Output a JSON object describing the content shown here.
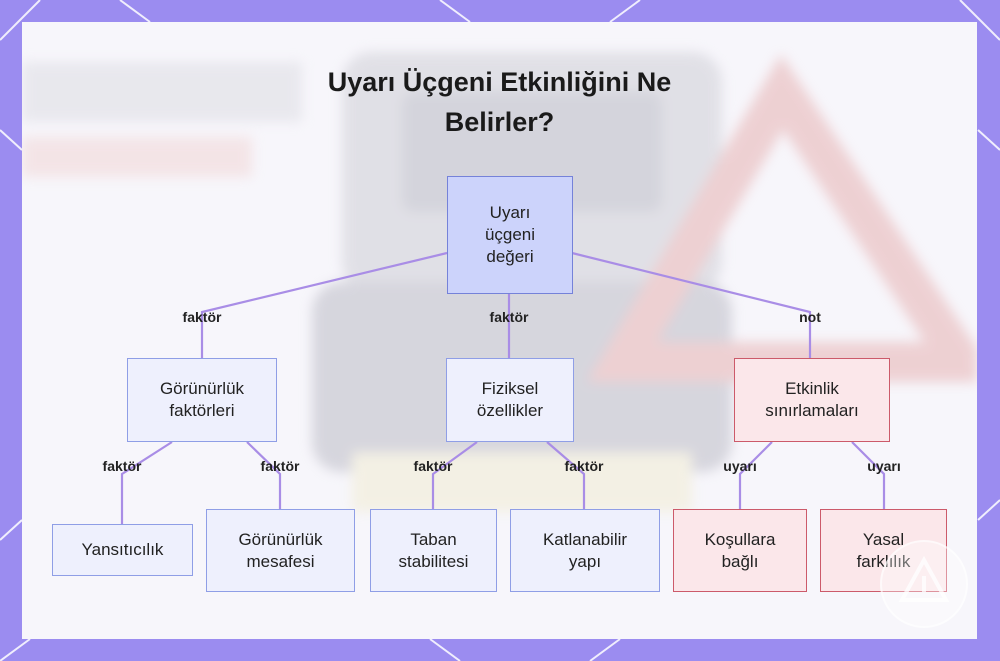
{
  "title_lines": [
    "Uyarı Üçgeni Etkinliğini Ne",
    "Belirler?"
  ],
  "colors": {
    "frame": "#9b8cf0",
    "edge": "#a98de6",
    "blue_fill": "#eef0fd",
    "blue_border": "#8f9ee6",
    "root_fill": "#ccd3fb",
    "red_fill": "#fbe7ea",
    "red_border": "#cc5a6a"
  },
  "nodes": {
    "root": "Uyarı\nüçgeni\ndeğeri",
    "visibility": "Görünürlük\nfaktörleri",
    "physical": "Fiziksel\nözellikler",
    "limits": "Etkinlik\nsınırlamaları",
    "reflectivity": "Yansıtıcılık",
    "visibility_distance": "Görünürlük\nmesafesi",
    "base_stability": "Taban\nstabilitesi",
    "foldable": "Katlanabilir\nyapı",
    "conditions": "Koşullara\nbağlı",
    "legal": "Yasal\nfarklılık"
  },
  "edge_labels": {
    "root_visibility": "faktör",
    "root_physical": "faktör",
    "root_limits": "not",
    "vis_reflect": "faktör",
    "vis_distance": "faktör",
    "phys_base": "faktör",
    "phys_fold": "faktör",
    "lim_cond": "uyarı",
    "lim_legal": "uyarı"
  }
}
